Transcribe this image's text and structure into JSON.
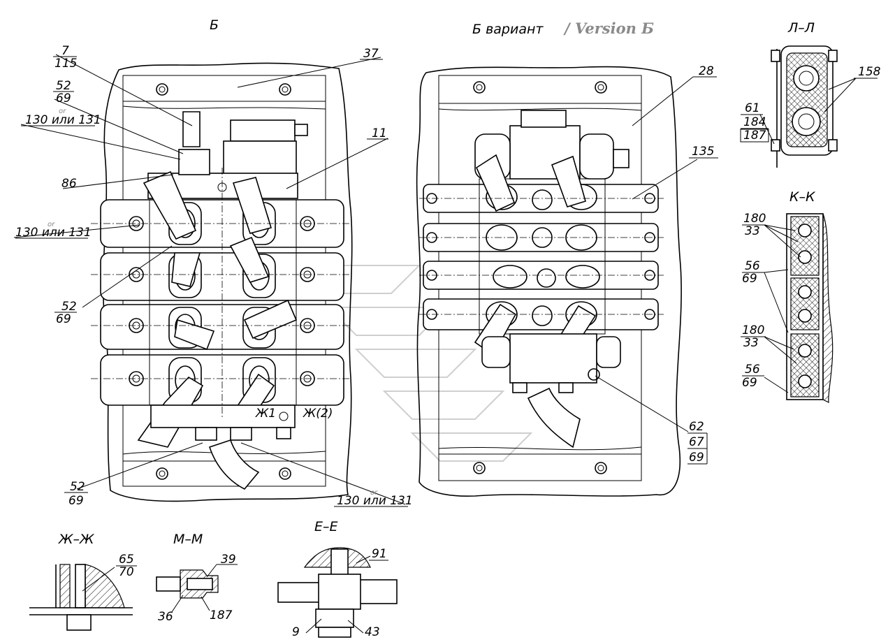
{
  "views": {
    "b": {
      "title": "Б"
    },
    "b_variant": {
      "title": "Б вариант",
      "title_en": "/ Version Б"
    },
    "ll": {
      "title": "Л–Л"
    },
    "kk": {
      "title": "К–К"
    },
    "zhzh": {
      "title": "Ж–Ж"
    },
    "mm": {
      "title": "М–М"
    },
    "ee": {
      "title": "Е–Е"
    }
  },
  "labels": {
    "b": {
      "n7": "7",
      "n115": "115",
      "n52a": "52",
      "n69a": "69",
      "or1": "or",
      "n130a": "130 или 131",
      "n86": "86",
      "or2": "or",
      "n130b": "130 или 131",
      "n52b": "52",
      "n69b": "69",
      "n37": "37",
      "n11": "11",
      "n52c": "52",
      "n69c": "69",
      "or3": "or",
      "n130c": "130 или 131",
      "zh1": "Ж1",
      "zh2": "Ж(2)"
    },
    "bv": {
      "n28": "28",
      "n135": "135",
      "n62": "62",
      "n67": "67",
      "n69": "69"
    },
    "ll": {
      "n158": "158",
      "n61": "61",
      "n184": "184",
      "n187": "187"
    },
    "kk": {
      "n180a": "180",
      "n33a": "33",
      "n56a": "56",
      "n69a": "69",
      "n180b": "180",
      "n33b": "33",
      "n56b": "56",
      "n69b": "69"
    },
    "zhzh": {
      "n65": "65",
      "n70": "70"
    },
    "mm": {
      "n39": "39",
      "n36": "36",
      "n187": "187"
    },
    "ee": {
      "n91": "91",
      "n9": "9",
      "n43": "43"
    }
  }
}
